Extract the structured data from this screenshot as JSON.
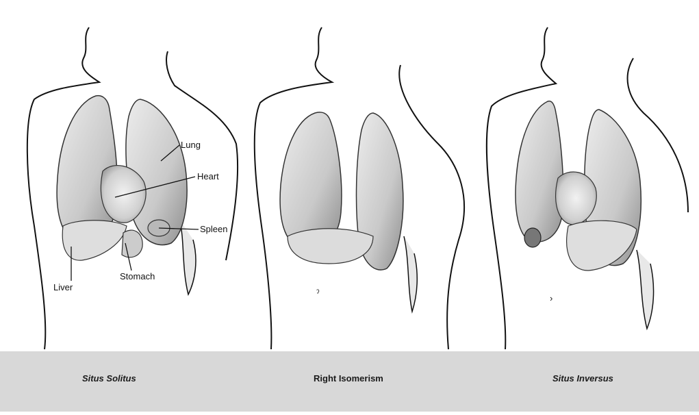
{
  "panels": [
    {
      "caption": "Situs Solitus",
      "labels": {
        "lung": "Lung",
        "heart": "Heart",
        "spleen": "Spleen",
        "liver": "Liver",
        "stomach": "Stomach"
      }
    },
    {
      "caption": "Right Isomerism"
    },
    {
      "caption": "Situs Inversus"
    }
  ]
}
